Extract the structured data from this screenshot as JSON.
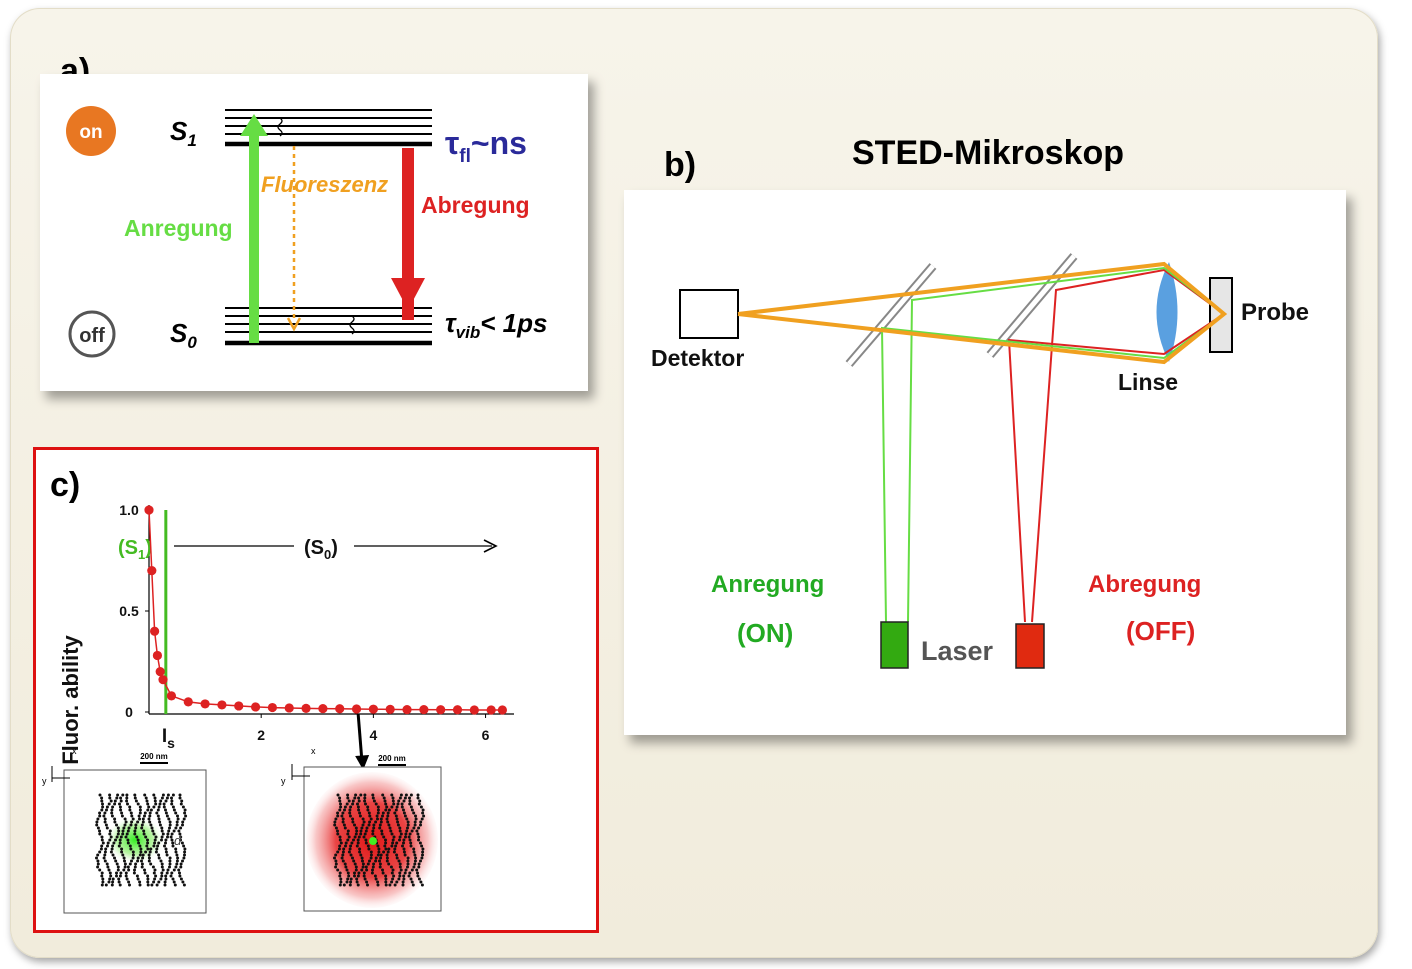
{
  "panel_a": {
    "label": "a)",
    "on": "on",
    "off": "off",
    "s1": "S",
    "s1_sub": "1",
    "s0": "S",
    "s0_sub": "0",
    "tau_fl": "τ",
    "tau_fl_sub": "fl",
    "tau_fl_val": "~ns",
    "tau_vib": "τ",
    "tau_vib_sub": "vib",
    "tau_vib_val": "< 1ps",
    "fluoreszenz": "Fluoreszenz",
    "anregung": "Anregung",
    "abregung": "Abregung",
    "colors": {
      "excite": "#66dd44",
      "fluor": "#f0a020",
      "deplete": "#dd2222",
      "on_badge": "#e87722",
      "tau": "#2a2a9a"
    }
  },
  "panel_b": {
    "label": "b)",
    "title": "STED-Mikroskop",
    "detektor": "Detektor",
    "linse": "Linse",
    "probe": "Probe",
    "anregung": "Anregung",
    "on": "(ON)",
    "laser": "Laser",
    "abregung": "Abregung",
    "off": "(OFF)",
    "colors": {
      "green": "#22aa22",
      "red": "#dd2222",
      "beam_orange": "#f0a020",
      "lens": "#5aa0e0"
    }
  },
  "panel_c": {
    "label": "c)",
    "scale_bar_1": "200 nm",
    "scale_bar_2": "200 nm",
    "axis_x": "x",
    "axis_y": "y",
    "d_label": "d",
    "chart_data": {
      "type": "scatter",
      "ylabel": "Fluor. ability",
      "xlabel": "",
      "xlim": [
        0,
        6.4
      ],
      "ylim": [
        0,
        1.0
      ],
      "y_ticks": [
        "1.0",
        "0.5",
        "0"
      ],
      "x_ticks": [
        "2",
        "4",
        "6"
      ],
      "is_label": "I",
      "is_sub": "s",
      "is_x": 0.3,
      "s1_label": "(S",
      "s1_sub": "1",
      "s1_end": ")",
      "s0_label": "(S",
      "s0_sub": "0",
      "s0_end": ")",
      "series": [
        {
          "x": [
            0.0,
            0.05,
            0.1,
            0.15,
            0.2,
            0.25,
            0.4,
            0.7,
            1.0,
            1.3,
            1.6,
            1.9,
            2.2,
            2.5,
            2.8,
            3.1,
            3.4,
            3.7,
            4.0,
            4.3,
            4.6,
            4.9,
            5.2,
            5.5,
            5.8,
            6.1,
            6.3
          ],
          "y": [
            1.0,
            0.7,
            0.4,
            0.28,
            0.2,
            0.16,
            0.08,
            0.05,
            0.04,
            0.035,
            0.03,
            0.025,
            0.022,
            0.02,
            0.018,
            0.017,
            0.016,
            0.015,
            0.014,
            0.013,
            0.012,
            0.012,
            0.011,
            0.011,
            0.01,
            0.01,
            0.01
          ]
        }
      ]
    }
  }
}
